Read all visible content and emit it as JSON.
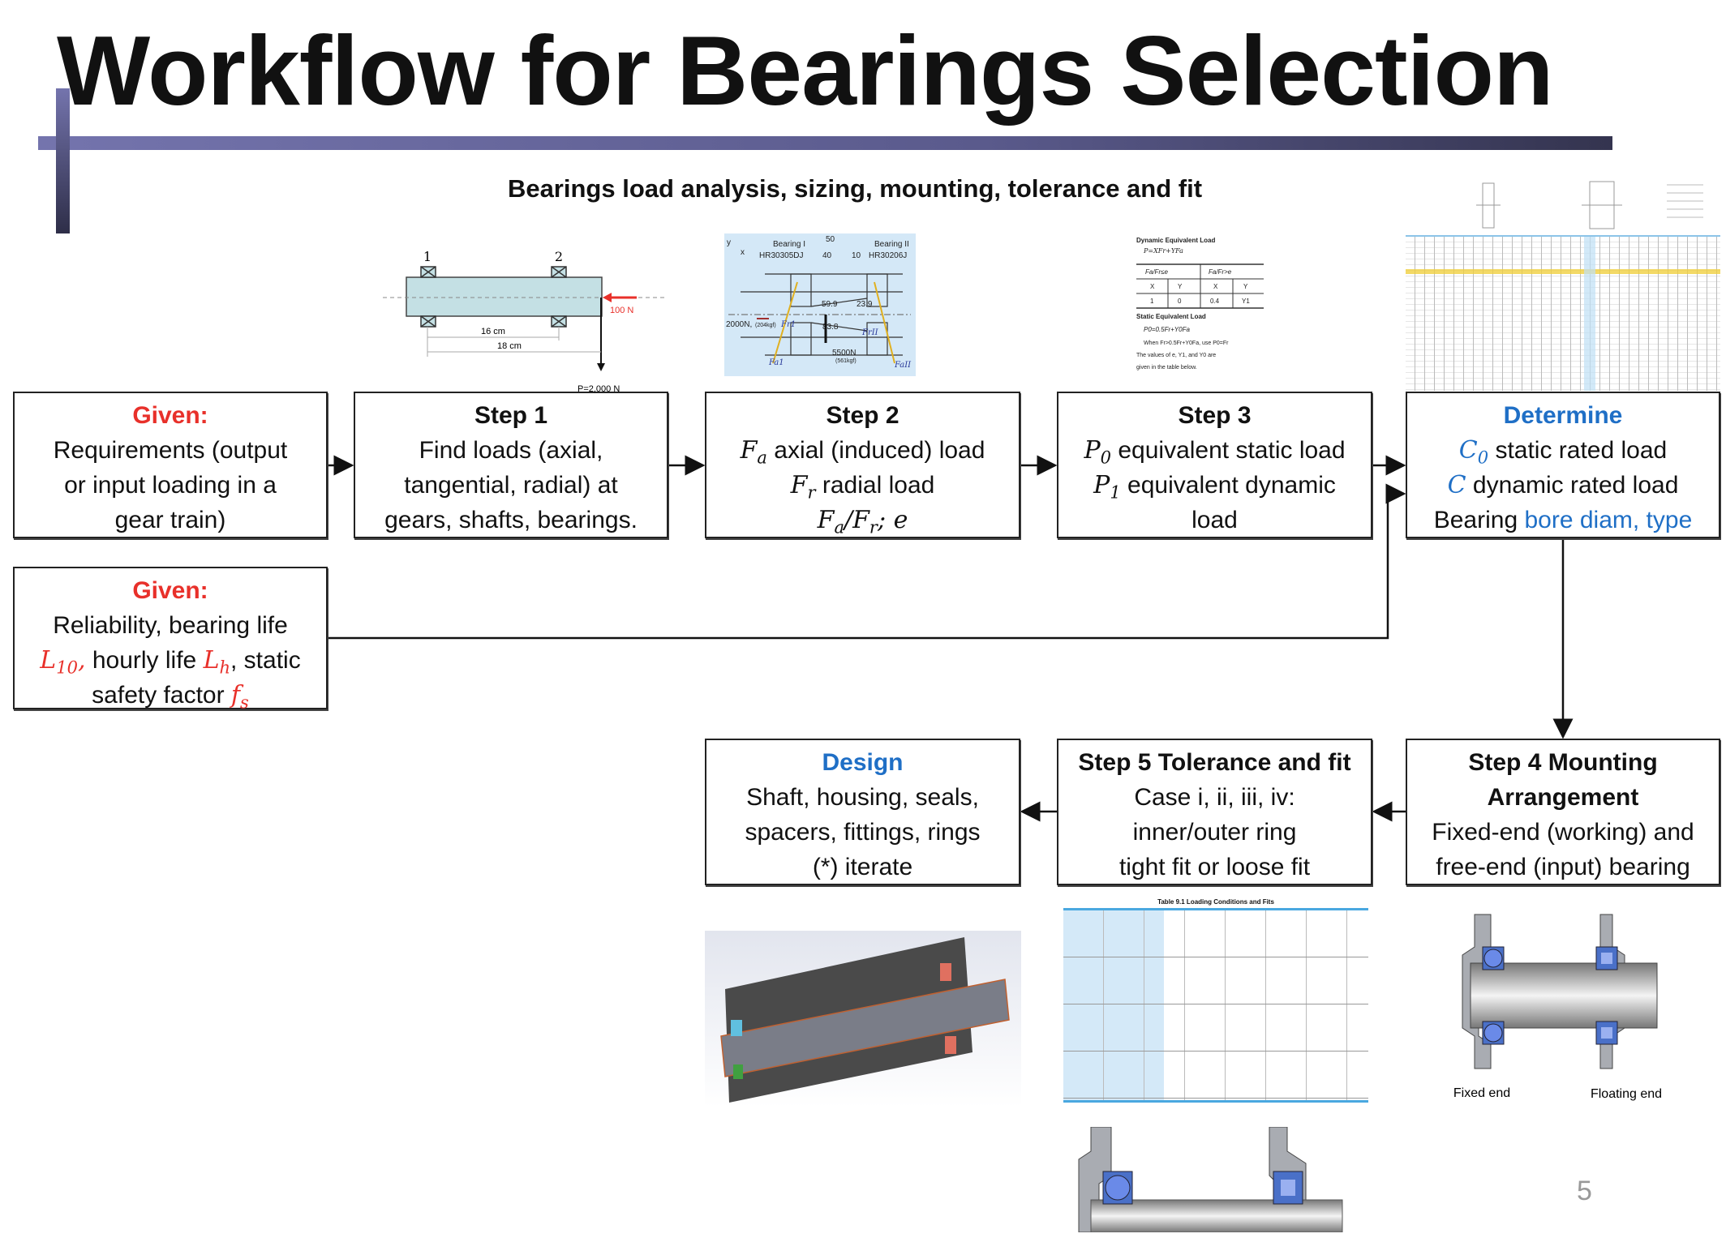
{
  "title": "Workflow for Bearings Selection",
  "subtitle": "Bearings load analysis, sizing, mounting, tolerance and fit",
  "colors": {
    "given_red": "#e8302a",
    "accent_blue": "#1f6fc6",
    "title_bar": "#5a5a8c"
  },
  "given1": {
    "heading": "Given:",
    "lines": [
      "Requirements (output",
      "or input loading in a",
      "gear train)"
    ]
  },
  "given2": {
    "heading": "Given:",
    "line1": "Reliability, bearing life",
    "l10": "L",
    "l10_sub": "10",
    "comma": ",",
    "hourly": " hourly life ",
    "lh": "L",
    "lh_sub": "h",
    "static": ", static",
    "safety": "safety factor ",
    "fs": "f",
    "fs_sub": "s"
  },
  "step1": {
    "heading": "Step 1",
    "lines": [
      "Find loads (axial,",
      "tangential, radial) at",
      "gears, shafts, bearings."
    ]
  },
  "step2": {
    "heading": "Step 2",
    "fa": "F",
    "fa_sub": "a",
    "fa_text": " axial (induced) load",
    "fr": "F",
    "fr_sub": "r",
    "fr_text": " radial load",
    "ratio_a": "F",
    "ratio_a_sub": "a",
    "slash": "/",
    "ratio_r": "F",
    "ratio_r_sub": "r",
    "ratio_e": "; e"
  },
  "step3": {
    "heading": "Step 3",
    "p0": "P",
    "p0_sub": "0",
    "p0_text": " equivalent static load",
    "p1": "P",
    "p1_sub": "1",
    "p1_text": " equivalent dynamic",
    "p1_text2": "load"
  },
  "determine": {
    "heading": "Determine",
    "c0": "C",
    "c0_sub": "0",
    "c0_text": " static rated load",
    "c": "C",
    "c_text": " dynamic rated load",
    "bearing": "Bearing ",
    "bore": "bore diam, type"
  },
  "step4": {
    "heading1": "Step 4 Mounting",
    "heading2": "Arrangement",
    "lines": [
      "Fixed-end (working) and",
      "free-end (input) bearing"
    ]
  },
  "step5": {
    "heading": "Step 5 Tolerance and fit",
    "lines": [
      "Case i, ii, iii, iv:",
      "inner/outer ring",
      "tight fit or loose fit"
    ]
  },
  "design": {
    "heading": "Design",
    "lines": [
      "Shaft, housing, seals,",
      "spacers, fittings, rings",
      "(*) iterate"
    ]
  },
  "shaft_figure": {
    "label1": "1",
    "label2": "2",
    "axial": "100 N",
    "dim1": "16 cm",
    "dim2": "18 cm",
    "radial": "P=2,000 N"
  },
  "bearing_figure": {
    "axis_y": "y",
    "axis_x": "x",
    "b1": "Bearing I",
    "b1_code": "HR30305DJ",
    "b2": "Bearing II",
    "b2_code": "HR30206J",
    "d50": "50",
    "d40": "40",
    "d10": "10",
    "d599": "59.9",
    "d239": "23.9",
    "d838": "83.8",
    "f1": "2000N,",
    "f1kg": "(204kgf)",
    "f2": "5500N",
    "f2kg": "(561kgf)",
    "fr1": "Fr1",
    "fr2": "FrII",
    "fa1": "Fa1",
    "fa2": "FaII"
  },
  "formula_figure": {
    "dyn_title": "Dynamic Equivalent Load",
    "dyn_eq": "P=XFr+YFa",
    "col1": "Fa/Fr≤e",
    "col2": "Fa/Fr>e",
    "hX": "X",
    "hY": "Y",
    "v1": "1",
    "v2": "0",
    "v3": "0.4",
    "v4": "Y1",
    "stat_title": "Static Equivalent Load",
    "stat_eq": "P0=0.5Fr+Y0Fa",
    "when": "When Fr>0.5Fr+Y0Fa, use P0=Fr",
    "note1": "The values of e, Y1, and Y0 are",
    "note2": "given in the table below."
  },
  "table_figure": {
    "title": "Table 9.1 Loading Conditions and Fits"
  },
  "mount_figure": {
    "fixed": "Fixed end",
    "floating": "Floating end"
  },
  "page_number": "5"
}
